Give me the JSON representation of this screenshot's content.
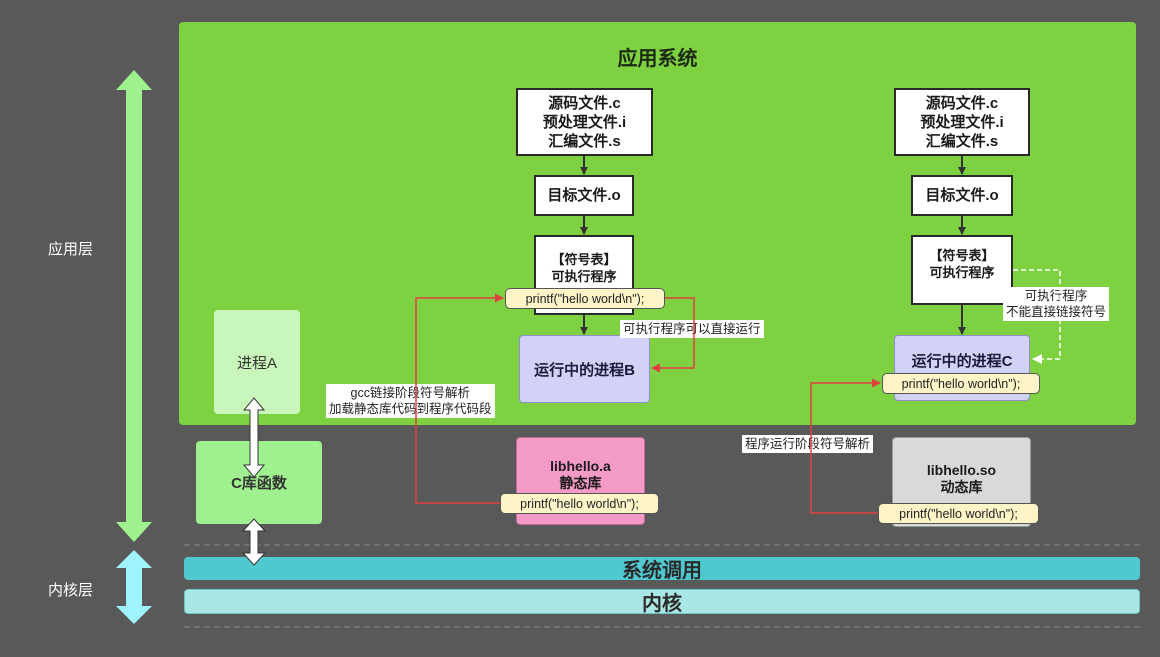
{
  "title": "应用系统",
  "layers": {
    "app": "应用层",
    "kernel": "内核层"
  },
  "left": {
    "process_a": "进程A",
    "c_lib": "C库函数"
  },
  "static_chain": {
    "src_lines": [
      "源码文件.c",
      "预处理文件.i",
      "汇编文件.s"
    ],
    "obj": "目标文件.o",
    "exe_lines": [
      "【符号表】",
      "可执行程序"
    ],
    "printf": "printf(\"hello world\\n\");",
    "note_run": "可执行程序可以直接运行",
    "process": "运行中的进程B",
    "gcc_note_lines": [
      "gcc链接阶段符号解析",
      "加载静态库代码到程序代码段"
    ],
    "lib_lines": [
      "libhello.a",
      "静态库"
    ],
    "lib_printf": "printf(\"hello world\\n\");"
  },
  "dynamic_chain": {
    "src_lines": [
      "源码文件.c",
      "预处理文件.i",
      "汇编文件.s"
    ],
    "obj": "目标文件.o",
    "exe_lines": [
      "【符号表】",
      "可执行程序"
    ],
    "note_cannot_lines": [
      "可执行程序",
      "不能直接链接符号"
    ],
    "process": "运行中的进程C",
    "printf": "printf(\"hello world\\n\");",
    "runtime_note": "程序运行阶段符号解析",
    "lib_lines": [
      "libhello.so",
      "动态库"
    ],
    "lib_printf": "printf(\"hello world\\n\");"
  },
  "syscall": "系统调用",
  "kernel": "内核",
  "colors": {
    "background": "#595959",
    "app_system": "#7ed140",
    "static_lib": "#f39ac7",
    "dynamic_lib": "#d9d9d9",
    "process": "#d2d2f6",
    "syscall_bar": "#4fc9cf",
    "kernel_bar": "#a9e7e4",
    "link_line": "#e04040"
  }
}
